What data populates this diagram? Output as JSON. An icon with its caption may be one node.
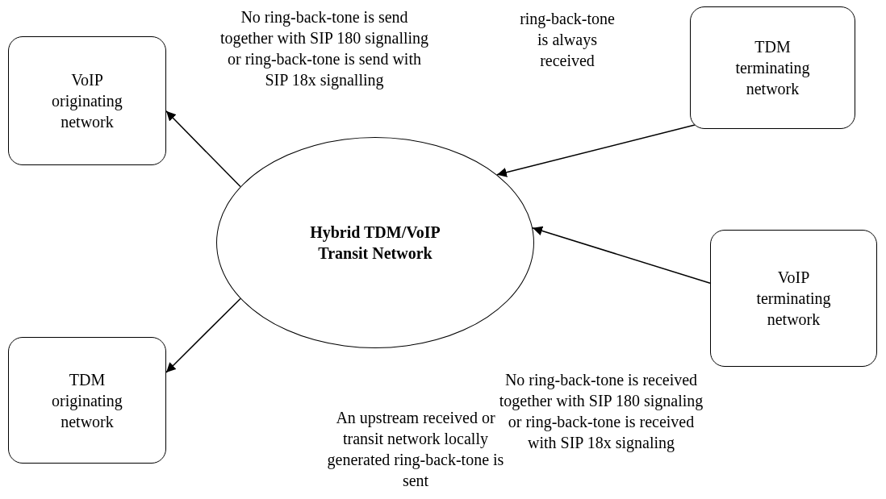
{
  "diagram": {
    "nodes": [
      {
        "text": [
          "VoIP originating network"
        ]
      },
      {
        "text": [
          "TDM terminating network"
        ]
      },
      {
        "text": [
          "Hybrid TDM/VoIP Transit Network"
        ]
      },
      {
        "text": [
          "VoIP terminating network"
        ]
      },
      {
        "text": [
          "TDM originating network"
        ]
      }
    ],
    "edges": [
      {
        "from": 2,
        "to": 0,
        "arrow": "to"
      },
      {
        "from": 1,
        "to": 2,
        "arrow": "to"
      },
      {
        "from": 3,
        "to": 2,
        "arrow": "to"
      },
      {
        "from": 2,
        "to": 4,
        "arrow": "to"
      }
    ],
    "labels": [
      "No ring-back-tone is send together with SIP 180 signalling or ring-back-tone is send with SIP 18x signalling",
      "ring-back-tone is always received",
      "An upstream received or transit network locally generated ring-back-tone is sent",
      "No ring-back-tone is received together with SIP 180 signaling or ring-back-tone is received with SIP 18x signaling"
    ]
  }
}
